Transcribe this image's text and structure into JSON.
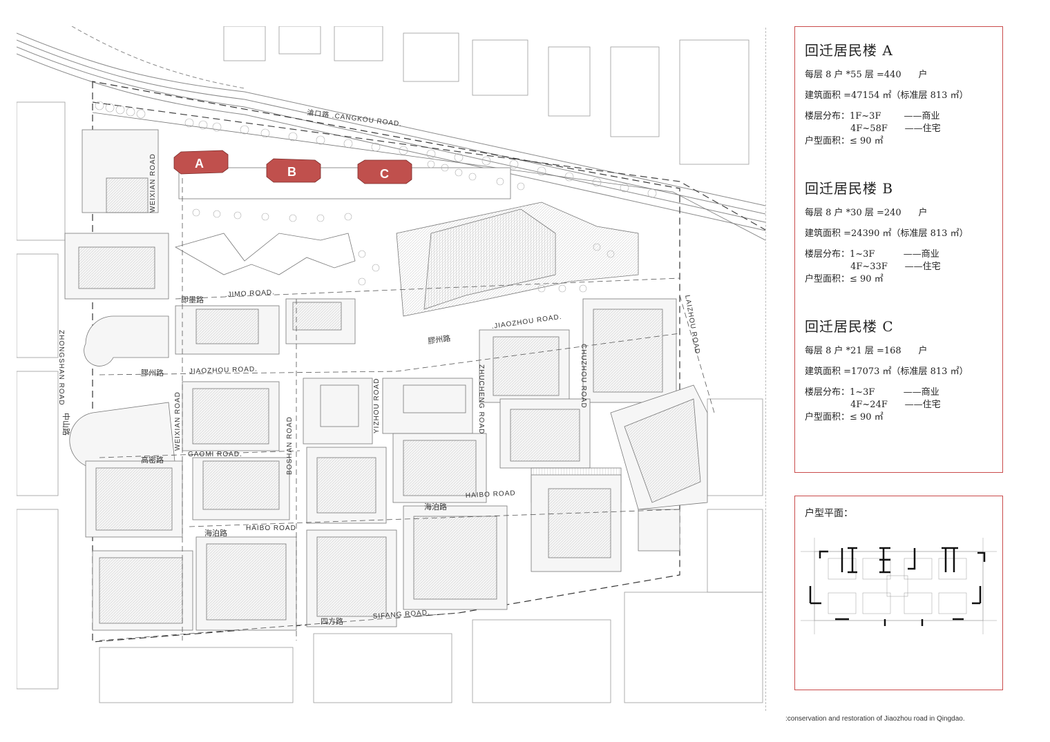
{
  "map": {
    "towers": [
      "A",
      "B",
      "C"
    ],
    "roads": {
      "cangkou": "滄口路 .CANGKOU ROAD.",
      "jimo_en": ".JIMO ROAD.",
      "jimo_cn": "即墨路",
      "jiaozhou_en_1": ".JIAOZHOU ROAD.",
      "jiaozhou_cn_1": "膠州路",
      "jiaozhou_en_2": "JIAOZHOU ROAD.",
      "jiaozhou_cn_2": "膠州路",
      "gaomi_en": "GAOMI ROAD.",
      "gaomi_cn": "高密路",
      "haibo_en_1": "HAIBO ROAD",
      "haibo_cn_1": "海泊路",
      "haibo_en_2": "HAIBO ROAD",
      "haibo_cn_2": "海泊路",
      "sifang_en": "SIFANG ROAD.",
      "sifang_cn": "四方路",
      "zhongshan_en": "ZHONGSHAN ROAD",
      "zhongshan_cn": "中山路",
      "weixian": "WEIXIAN ROAD",
      "boshan": "BOSHAN ROAD",
      "yizhou": "YIZHOU ROAD",
      "zhucheng": "ZHUCHENG ROAD",
      "chuzhou": "CHUZHOU ROAD",
      "laizhou": "LAIZHOU ROAD"
    }
  },
  "info": {
    "blocks": [
      {
        "title": "回迁居民楼 A",
        "units": "每层 8 户 *55 层 =440      户",
        "area": "建筑面积 =47154 ㎡（标准层 813 ㎡）",
        "floors": "楼层分布：1F~3F        ——商业\n                4F~58F      ——住宅",
        "unit_area": "户型面积：≤ 90 ㎡"
      },
      {
        "title": "回迁居民楼 B",
        "units": "每层 8 户 *30 层 =240      户",
        "area": "建筑面积 =24390 ㎡（标准层 813 ㎡）",
        "floors": "楼层分布：1~3F          ——商业\n                4F~33F      ——住宅",
        "unit_area": "户型面积：≤ 90 ㎡"
      },
      {
        "title": "回迁居民楼 C",
        "units": "每层 8 户 *21 层 =168      户",
        "area": "建筑面积 =17073 ㎡（标准层 813 ㎡）",
        "floors": "楼层分布：1~3F          ——商业\n                4F~24F      ——住宅",
        "unit_area": "户型面积：≤ 90 ㎡"
      }
    ]
  },
  "plan": {
    "title": "户型平面："
  },
  "caption": ":conservation and restoration of Jiaozhou road in Qingdao.",
  "colors": {
    "accent": "#c94a4a",
    "tower_fill": "#c0504d"
  }
}
